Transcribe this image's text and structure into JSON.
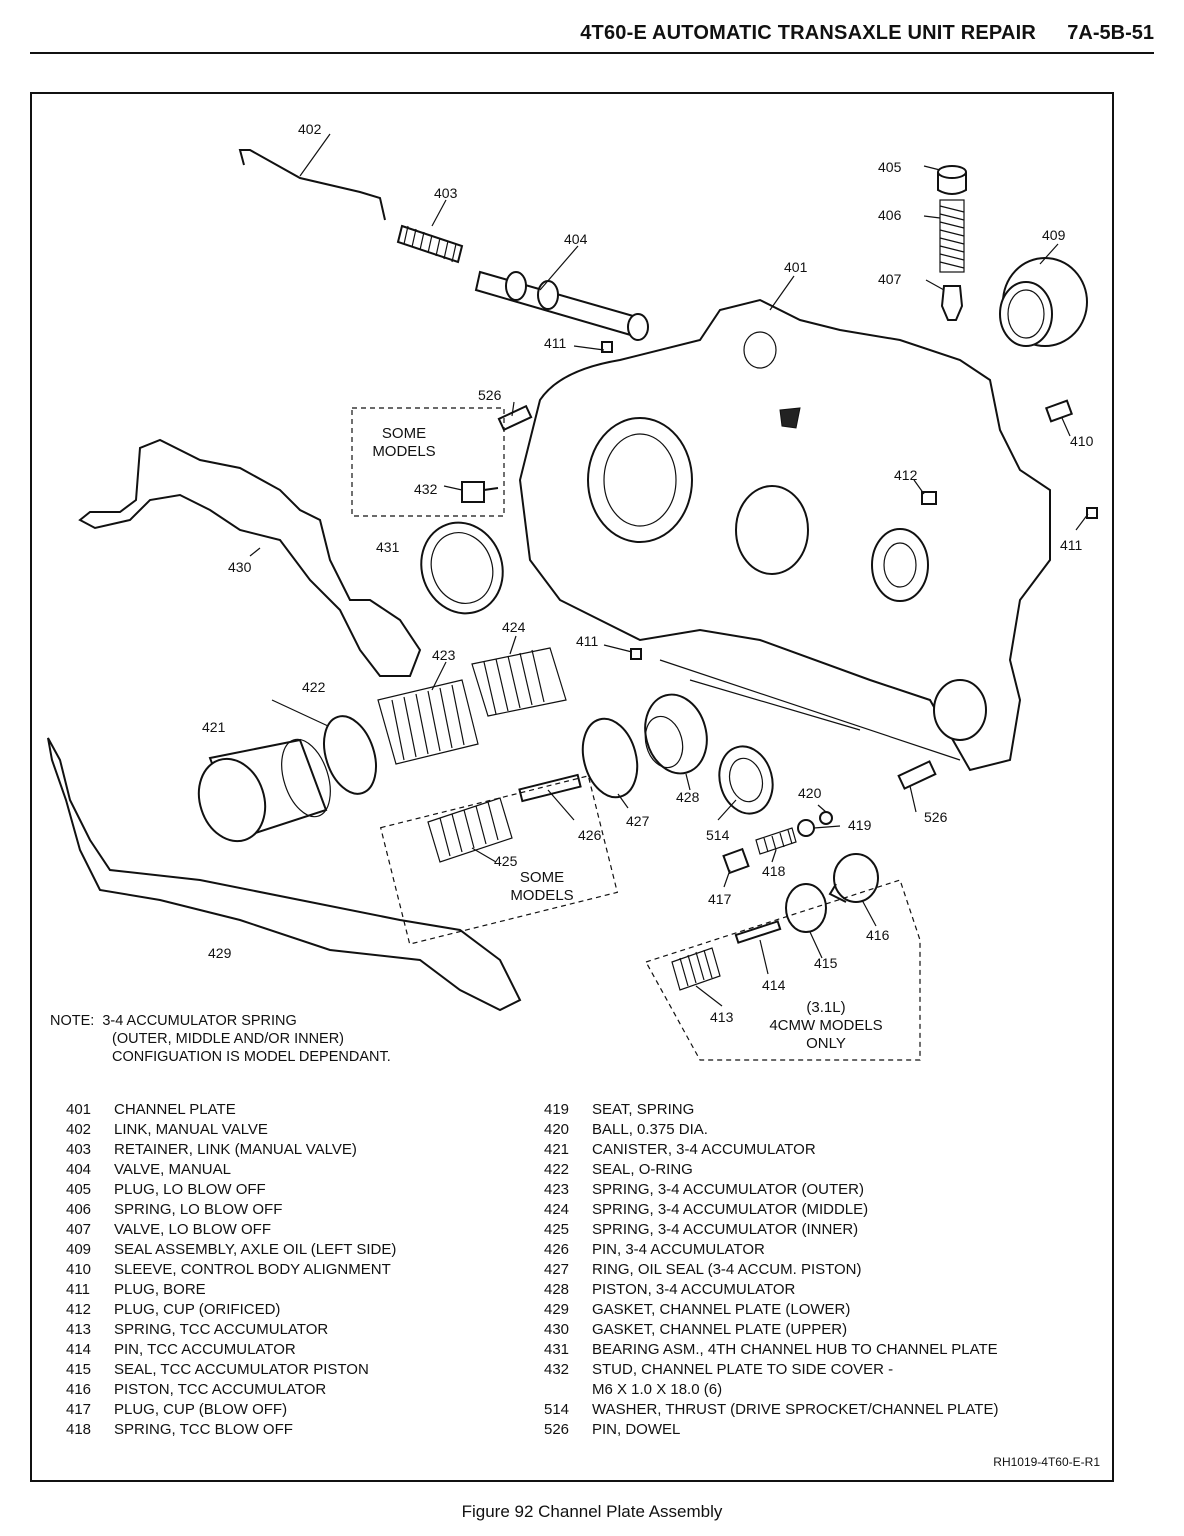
{
  "header": {
    "title": "4T60-E AUTOMATIC TRANSAXLE UNIT REPAIR",
    "page": "7A-5B-51"
  },
  "callouts": {
    "c401": "401",
    "c402": "402",
    "c403": "403",
    "c404": "404",
    "c405": "405",
    "c406": "406",
    "c407": "407",
    "c409": "409",
    "c410": "410",
    "c411a": "411",
    "c411b": "411",
    "c411c": "411",
    "c412": "412",
    "c413": "413",
    "c414": "414",
    "c415": "415",
    "c416": "416",
    "c417": "417",
    "c418": "418",
    "c419": "419",
    "c420": "420",
    "c421": "421",
    "c422": "422",
    "c423": "423",
    "c424": "424",
    "c425": "425",
    "c426": "426",
    "c427": "427",
    "c428": "428",
    "c429": "429",
    "c430": "430",
    "c431": "431",
    "c432": "432",
    "c514": "514",
    "c526a": "526",
    "c526b": "526"
  },
  "diagram_labels": {
    "some_models_1": [
      "SOME",
      "MODELS"
    ],
    "some_models_2": [
      "SOME",
      "MODELS"
    ],
    "models_note": [
      "(3.1L)",
      "4CMW MODELS",
      "ONLY"
    ]
  },
  "note": {
    "line1": "NOTE:  3-4 ACCUMULATOR SPRING",
    "line2": "(OUTER, MIDDLE AND/OR INNER)",
    "line3": "CONFIGUATION IS MODEL DEPENDANT."
  },
  "legend_left": [
    {
      "num": "401",
      "desc": "CHANNEL PLATE"
    },
    {
      "num": "402",
      "desc": "LINK, MANUAL VALVE"
    },
    {
      "num": "403",
      "desc": "RETAINER, LINK (MANUAL VALVE)"
    },
    {
      "num": "404",
      "desc": "VALVE, MANUAL"
    },
    {
      "num": "405",
      "desc": "PLUG, LO BLOW OFF"
    },
    {
      "num": "406",
      "desc": "SPRING, LO BLOW OFF"
    },
    {
      "num": "407",
      "desc": "VALVE, LO BLOW OFF"
    },
    {
      "num": "409",
      "desc": "SEAL ASSEMBLY, AXLE OIL (LEFT SIDE)"
    },
    {
      "num": "410",
      "desc": "SLEEVE, CONTROL BODY ALIGNMENT"
    },
    {
      "num": "411",
      "desc": "PLUG, BORE"
    },
    {
      "num": "412",
      "desc": "PLUG, CUP (ORIFICED)"
    },
    {
      "num": "413",
      "desc": "SPRING, TCC ACCUMULATOR"
    },
    {
      "num": "414",
      "desc": "PIN, TCC ACCUMULATOR"
    },
    {
      "num": "415",
      "desc": "SEAL, TCC ACCUMULATOR PISTON"
    },
    {
      "num": "416",
      "desc": "PISTON, TCC ACCUMULATOR"
    },
    {
      "num": "417",
      "desc": "PLUG, CUP (BLOW OFF)"
    },
    {
      "num": "418",
      "desc": "SPRING, TCC BLOW OFF"
    }
  ],
  "legend_right": [
    {
      "num": "419",
      "desc": "SEAT, SPRING"
    },
    {
      "num": "420",
      "desc": "BALL, 0.375 DIA."
    },
    {
      "num": "421",
      "desc": "CANISTER, 3-4 ACCUMULATOR"
    },
    {
      "num": "422",
      "desc": "SEAL, O-RING"
    },
    {
      "num": "423",
      "desc": "SPRING, 3-4 ACCUMULATOR (OUTER)"
    },
    {
      "num": "424",
      "desc": "SPRING, 3-4 ACCUMULATOR (MIDDLE)"
    },
    {
      "num": "425",
      "desc": "SPRING, 3-4 ACCUMULATOR (INNER)"
    },
    {
      "num": "426",
      "desc": "PIN, 3-4 ACCUMULATOR"
    },
    {
      "num": "427",
      "desc": "RING, OIL SEAL (3-4 ACCUM. PISTON)"
    },
    {
      "num": "428",
      "desc": "PISTON, 3-4 ACCUMULATOR"
    },
    {
      "num": "429",
      "desc": "GASKET, CHANNEL PLATE (LOWER)"
    },
    {
      "num": "430",
      "desc": "GASKET, CHANNEL PLATE (UPPER)"
    },
    {
      "num": "431",
      "desc": "BEARING ASM., 4TH CHANNEL HUB TO CHANNEL PLATE"
    },
    {
      "num": "432",
      "desc": "STUD, CHANNEL PLATE TO SIDE COVER -"
    },
    {
      "num": "",
      "desc": "M6 X 1.0 X 18.0 (6)"
    },
    {
      "num": "514",
      "desc": "WASHER, THRUST (DRIVE SPROCKET/CHANNEL PLATE)"
    },
    {
      "num": "526",
      "desc": "PIN, DOWEL"
    }
  ],
  "figure_code": "RH1019-4T60-E-R1",
  "caption": "Figure 92 Channel Plate Assembly"
}
